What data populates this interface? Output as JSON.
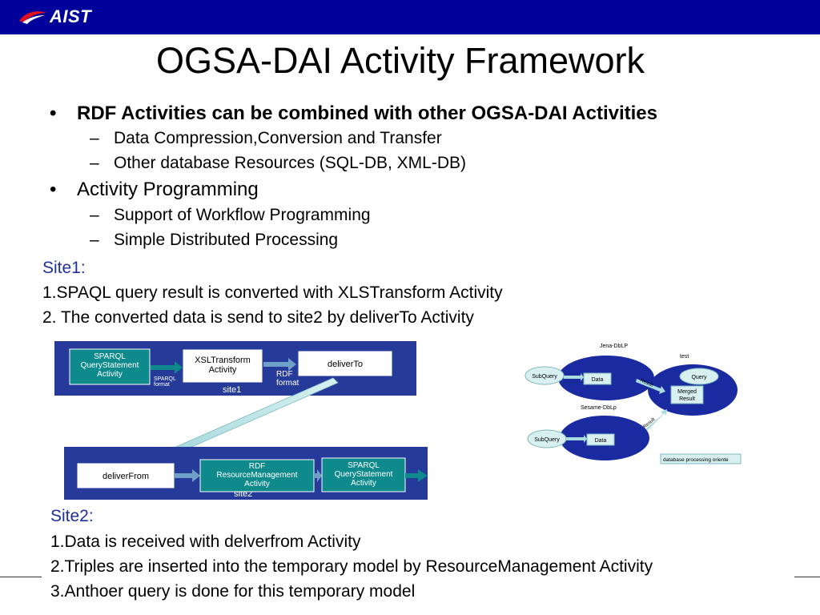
{
  "header": {
    "logo_text": "AIST"
  },
  "title": "OGSA-DAI Activity Framework",
  "bullets": [
    {
      "text": "RDF Activities can be combined with other OGSA-DAI Activities",
      "subs": [
        "Data Compression,Conversion and Transfer",
        "Other database Resources (SQL-DB, XML-DB)"
      ]
    },
    {
      "text": "Activity Programming",
      "subs": [
        "Support of Workflow Programming",
        "Simple Distributed Processing"
      ]
    }
  ],
  "site1": {
    "heading": "Site1:",
    "lines": [
      "1.SPAQL query result is converted with XLSTransform Activity",
      "2. The converted data is send to site2 by deliverTo Activity"
    ]
  },
  "site2": {
    "heading": "Site2:",
    "lines": [
      "1.Data is received with delverfrom Activity",
      "2.Triples are inserted into the temporary model by ResourceManagement Activity",
      "3.Anthoer query is done for this temporary model"
    ]
  },
  "diagram1": {
    "site1_label": "site1",
    "site2_label": "site2",
    "sparql_box": [
      "SPARQL",
      "QueryStatement",
      "Activity"
    ],
    "xsl_box": [
      "XSLTransform",
      "Activity"
    ],
    "deliverto_box": "deliverTo",
    "rdf_format": [
      "RDF",
      "format"
    ],
    "sparql_format": [
      "SPARQL",
      "format"
    ],
    "deliverfrom_box": "deliverFrom",
    "rm_box": [
      "RDF",
      "ResourceManagement",
      "Activity"
    ],
    "sparql_box2": [
      "SPARQL",
      "QueryStatement",
      "Activity"
    ]
  },
  "diagram2": {
    "jena_label": "Jena-DbLP",
    "test_label": "test",
    "sesame_label": "Sesame-DbLp",
    "subquery1": "SubQuery",
    "data1": "Data",
    "subquery2": "SubQuery",
    "data2": "Data",
    "query": "Query",
    "merged": [
      "Merged",
      "Result"
    ],
    "result1": "Result",
    "result2": "Result",
    "caption": "database processing oriente"
  }
}
